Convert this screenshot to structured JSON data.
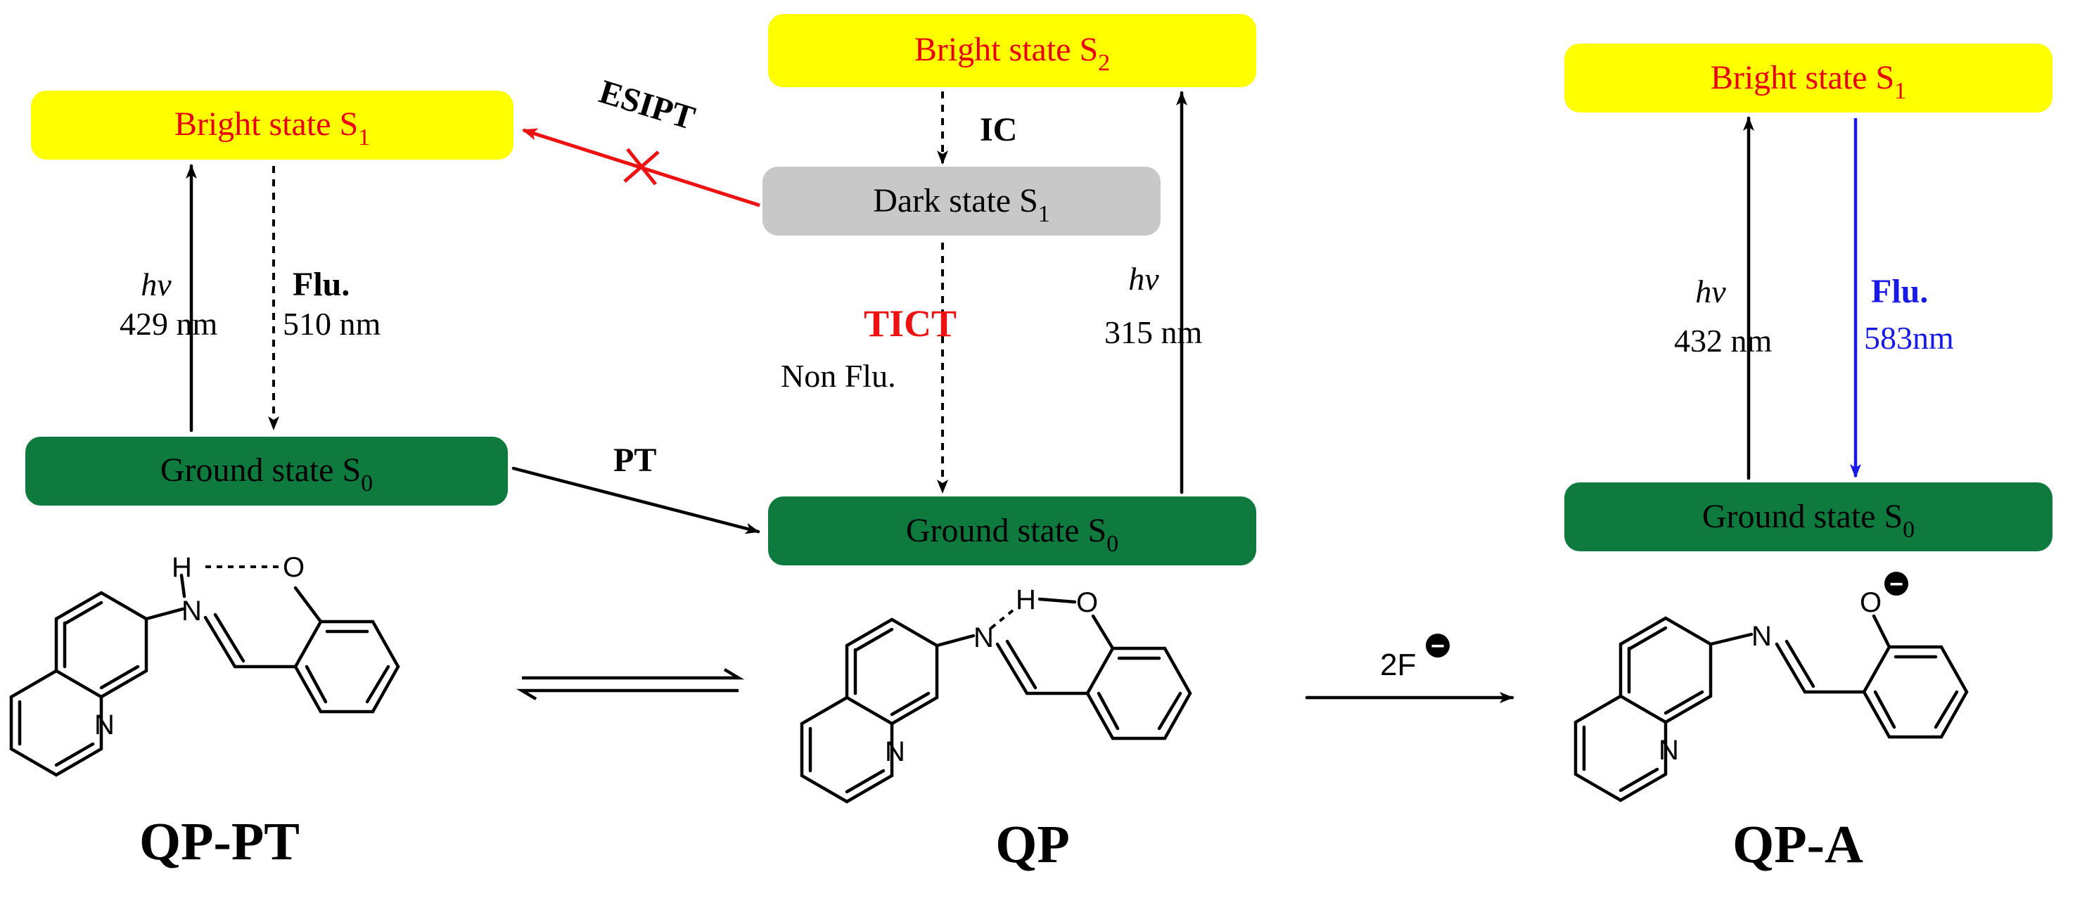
{
  "colors": {
    "bright": "#FFFF00",
    "bright_text": "#E8000B",
    "dark": "#C8C8C8",
    "ground": "#0E7A3E",
    "esipt": "#EE1111",
    "tict": "#EE1111",
    "flu_blue": "#1A1AE6",
    "black": "#000000"
  },
  "left": {
    "bright_state": {
      "text": "Bright state S",
      "sub": "1"
    },
    "ground_state": {
      "text": "Ground state S",
      "sub": "0"
    },
    "absorption": {
      "hv": "hv",
      "wavelength": "429 nm"
    },
    "emission": {
      "label": "Flu.",
      "wavelength": "510 nm"
    },
    "molecule": {
      "name": "QP-PT",
      "atom_h": "H",
      "atom_n1": "N",
      "atom_o": "O",
      "atom_n2": "N"
    }
  },
  "middle": {
    "bright_state": {
      "text": "Bright state S",
      "sub": "2"
    },
    "dark_state": {
      "text": "Dark state S",
      "sub": "1"
    },
    "ground_state": {
      "text": "Ground state S",
      "sub": "0"
    },
    "ic": "IC",
    "tict": "TICT",
    "non_flu": "Non Flu.",
    "absorption": {
      "hv": "hv",
      "wavelength": "315 nm"
    },
    "molecule": {
      "name": "QP",
      "atom_h": "H",
      "atom_o": "O",
      "atom_n1": "N",
      "atom_n2": "N"
    }
  },
  "right": {
    "bright_state": {
      "text": "Bright state S",
      "sub": "1"
    },
    "ground_state": {
      "text": "Ground state S",
      "sub": "0"
    },
    "absorption": {
      "hv": "hv",
      "wavelength": "432 nm"
    },
    "emission": {
      "label": "Flu.",
      "wavelength": "583nm"
    },
    "molecule": {
      "name": "QP-A",
      "atom_o": "O",
      "atom_n1": "N",
      "atom_n2": "N"
    }
  },
  "esipt": "ESIPT",
  "pt": "PT",
  "reagent": {
    "text": "2F",
    "charge": "−"
  }
}
